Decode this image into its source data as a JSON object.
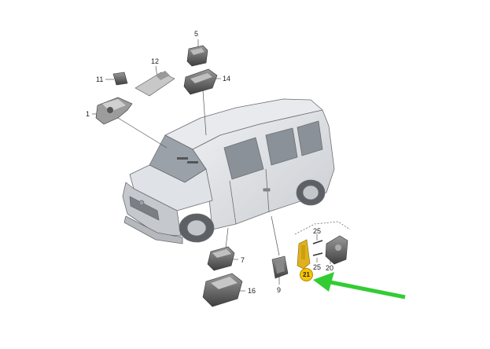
{
  "diagram": {
    "callouts": [
      {
        "id": "5",
        "text": "5"
      },
      {
        "id": "12",
        "text": "12"
      },
      {
        "id": "11",
        "text": "11"
      },
      {
        "id": "14",
        "text": "14"
      },
      {
        "id": "1",
        "text": "1"
      },
      {
        "id": "25a",
        "text": "25"
      },
      {
        "id": "25b",
        "text": "25"
      },
      {
        "id": "20",
        "text": "20"
      },
      {
        "id": "21",
        "text": "21"
      },
      {
        "id": "7",
        "text": "7"
      },
      {
        "id": "9",
        "text": "9"
      },
      {
        "id": "16",
        "text": "16"
      }
    ],
    "highlight_part": "21",
    "colors": {
      "highlight": "#f5c400",
      "arrow": "#33cc33",
      "line": "#555555",
      "part_dark": "#5a5a5a",
      "car_fill": "#d9dce0"
    }
  }
}
